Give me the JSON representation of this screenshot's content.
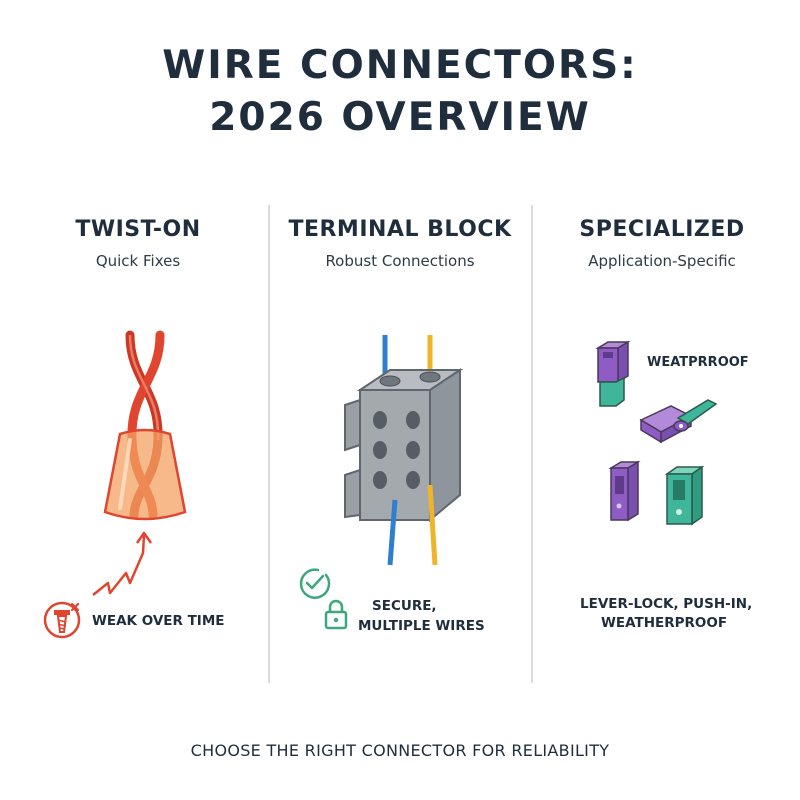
{
  "title": {
    "line1": "WIRE CONNECTORS:",
    "line2": "2026 OVERVIEW"
  },
  "columns": [
    {
      "title": "TWIST-ON",
      "subtitle": "Quick Fixes",
      "note": "WEAK OVER TIME",
      "icon": "screw-x-icon"
    },
    {
      "title": "TERMINAL BLOCK",
      "subtitle": "Robust Connections",
      "note_line1": "SECURE,",
      "note_line2": "MULTIPLE WIRES",
      "icon": "padlock-icon"
    },
    {
      "title": "SPECIALIZED",
      "subtitle": "Application-Specific",
      "label": "WEATPRROOF",
      "note_line1": "LEVER-LOCK, PUSH-IN,",
      "note_line2": "WEATHERPROOF"
    }
  ],
  "footer": "CHOOSE THE RIGHT CONNECTOR FOR RELIABILITY",
  "colors": {
    "title": "#1f2d3d",
    "red": "#e0452f",
    "orange": "#f29a52",
    "blue": "#2f7fd0",
    "yellow": "#f0b429",
    "green": "#3aa87a",
    "purple": "#8e5cc4",
    "teal": "#3fb59a",
    "gray": "#8f959c"
  }
}
